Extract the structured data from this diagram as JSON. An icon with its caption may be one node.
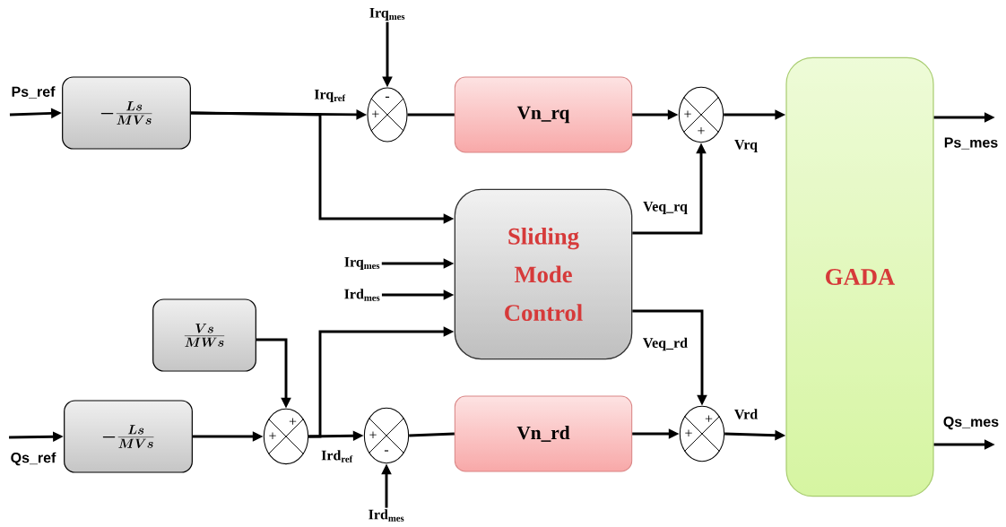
{
  "diagram": {
    "nodes": [
      {
        "text": [
          "Ps_ref"
        ]
      },
      {
        "text": [
          "-\\frac{Ls}{MVs}"
        ]
      },
      {
        "text": [
          "Irq$_{mes}$"
        ]
      },
      {
        "text": [
          "-",
          "+"
        ]
      },
      {
        "text": [
          "Vn_rq"
        ]
      },
      {
        "text": [
          "+",
          "+"
        ]
      },
      {
        "text": [
          "Sliding Mode Control"
        ]
      },
      {
        "text": [
          "GADA"
        ]
      },
      {
        "text": [
          "Irq$_{mes}$"
        ]
      },
      {
        "text": [
          "Ird$_{mes}$"
        ]
      },
      {
        "text": [
          "\\frac{Vs}{MWs}"
        ]
      },
      {
        "text": [
          "Qs_ref"
        ]
      },
      {
        "text": [
          "-\\frac{Ls}{MVs}"
        ]
      },
      {
        "text": [
          "+",
          "+"
        ]
      },
      {
        "text": [
          "+",
          "-"
        ]
      },
      {
        "text": [
          "Ird$_{mes}$"
        ]
      },
      {
        "text": [
          "Vn_rd"
        ]
      },
      {
        "text": [
          "+",
          "+"
        ]
      }
    ],
    "edges": [
      {
        "from": 0,
        "to": 1,
        "arrow": "to"
      },
      {
        "from": 1,
        "to": 3,
        "arrow": "to",
        "label": "Irq$_{ref}$"
      },
      {
        "from": 2,
        "to": 3,
        "arrow": "to"
      },
      {
        "from": 3,
        "to": 4,
        "arrow": "none"
      },
      {
        "from": 1,
        "to": 6,
        "arrow": "to"
      },
      {
        "from": 4,
        "to": 5,
        "arrow": "to"
      },
      {
        "from": 5,
        "to": 7,
        "arrow": "to",
        "label": "Vrq"
      },
      {
        "from": 6,
        "to": 5,
        "arrow": "to",
        "label": "Veq_rq"
      },
      {
        "from": 8,
        "to": 6,
        "arrow": "to"
      },
      {
        "from": 9,
        "to": 6,
        "arrow": "to"
      },
      {
        "from": 10,
        "to": 13,
        "arrow": "to"
      },
      {
        "from": 11,
        "to": 12,
        "arrow": "to"
      },
      {
        "from": 12,
        "to": 13,
        "arrow": "to"
      },
      {
        "from": 13,
        "to": 14,
        "arrow": "to",
        "label": "Ird$_{ref}$"
      },
      {
        "from": 13,
        "to": 6,
        "arrow": "to"
      },
      {
        "from": 15,
        "to": 14,
        "arrow": "to"
      },
      {
        "from": 14,
        "to": 16,
        "arrow": "none"
      },
      {
        "from": 16,
        "to": 17,
        "arrow": "to"
      },
      {
        "from": 6,
        "to": 17,
        "arrow": "to",
        "label": "Veq_rd"
      },
      {
        "from": 17,
        "to": 7,
        "arrow": "to",
        "label": "Vrd"
      },
      {
        "from": 7,
        "to": null,
        "arrow": "to",
        "label": "Ps_mes"
      },
      {
        "from": 7,
        "to": null,
        "arrow": "to",
        "label": "Qs_mes"
      }
    ]
  }
}
